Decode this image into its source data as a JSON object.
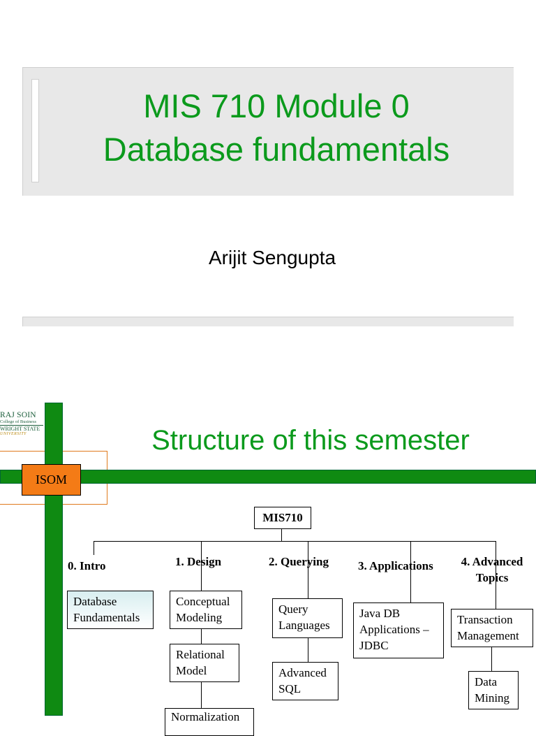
{
  "slide1": {
    "title_line1": "MIS 710 Module 0",
    "title_line2": "Database fundamentals",
    "author": "Arijit Sengupta"
  },
  "slide2": {
    "logo": {
      "line1": "RAJ SOIN",
      "line2": "College of Business",
      "line3": "WRIGHT STATE",
      "line4": "UNIVERSITY"
    },
    "isom_label": "ISOM",
    "title": "Structure of this semester",
    "org_chart": {
      "root": "MIS710",
      "columns": [
        {
          "heading": "0. Intro",
          "items": [
            "Database Fundamentals"
          ]
        },
        {
          "heading": "1. Design",
          "items": [
            "Conceptual Modeling",
            "Relational Model",
            "Normalization"
          ]
        },
        {
          "heading": "2. Querying",
          "items": [
            "Query Languages",
            "Advanced SQL"
          ]
        },
        {
          "heading": "3. Applications",
          "items": [
            "Java DB Applications – JDBC"
          ]
        },
        {
          "heading": "4. Advanced Topics",
          "items": [
            "Transaction Management",
            "Data Mining"
          ]
        }
      ]
    }
  },
  "colors": {
    "title_green": "#0b9a1c",
    "bar_green": "#0f8a12",
    "isom_orange": "#f47b16",
    "band_gray": "#e8e8e8",
    "highlight_box": "#d8eef0"
  }
}
